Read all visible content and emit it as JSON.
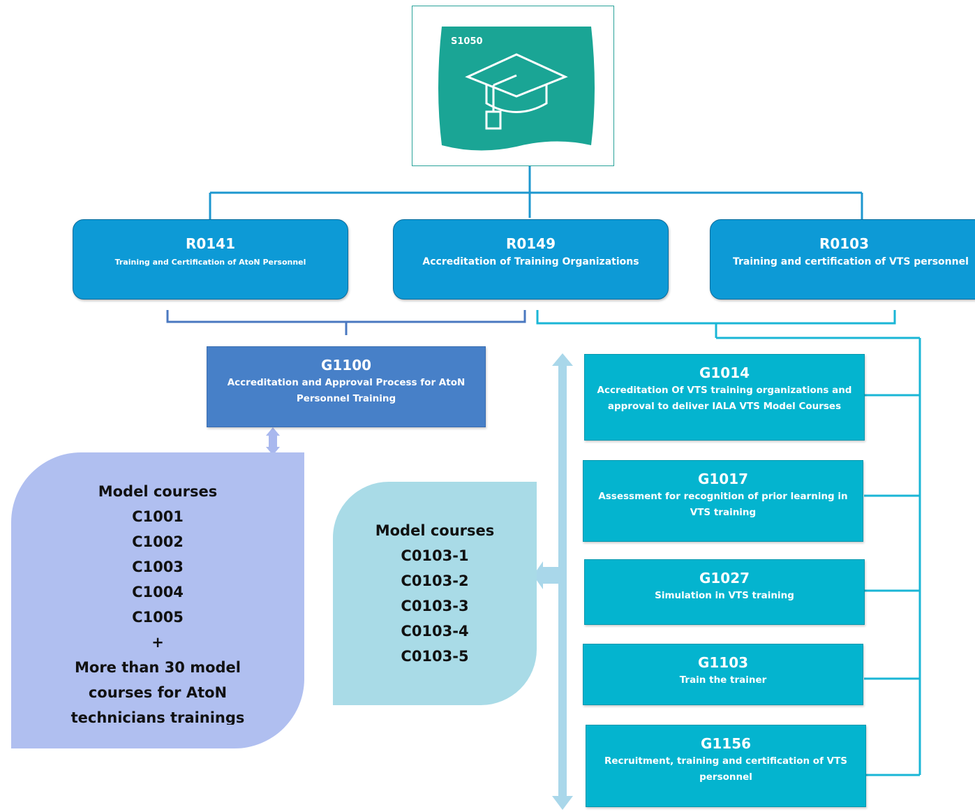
{
  "standard": {
    "code": "S1050",
    "icon": "graduation-cap-icon",
    "color": "#1aa595"
  },
  "recommendations": [
    {
      "code": "R0141",
      "title": "Training and Certification of AtoN Personnel"
    },
    {
      "code": "R0149",
      "title": "Accreditation of Training Organizations"
    },
    {
      "code": "R0103",
      "title": "Training and certification of VTS personnel"
    }
  ],
  "g1100": {
    "code": "G1100",
    "title": "Accreditation and Approval Process for AtoN Personnel Training"
  },
  "guidelines": [
    {
      "code": "G1014",
      "title": "Accreditation Of VTS training organizations and approval to deliver IALA VTS Model Courses"
    },
    {
      "code": "G1017",
      "title": "Assessment for recognition of prior learning in VTS training"
    },
    {
      "code": "G1027",
      "title": "Simulation in VTS training"
    },
    {
      "code": "G1103",
      "title": "Train the trainer"
    },
    {
      "code": "G1156",
      "title": "Recruitment, training and certification of VTS personnel"
    }
  ],
  "aton_courses": {
    "heading": "Model courses",
    "items": [
      "C1001",
      "C1002",
      "C1003",
      "C1004",
      "C1005"
    ],
    "plus": "+",
    "note": "More than 30 model courses for AtoN technicians trainings"
  },
  "vts_courses": {
    "heading": "Model courses",
    "items": [
      "C0103-1",
      "C0103-2",
      "C0103-3",
      "C0103-4",
      "C0103-5"
    ]
  },
  "colors": {
    "recommendation": "#0d9ad6",
    "guideline": "#04b4cf",
    "g1100": "#4780c8",
    "aton_panel": "#b0bff0",
    "vts_panel": "#a9dbe7",
    "connector": "#1d97cf"
  }
}
